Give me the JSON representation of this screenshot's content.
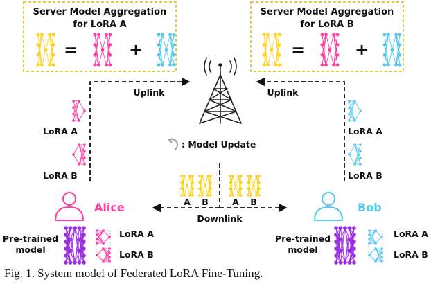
{
  "diagram": {
    "aggregation_left": {
      "line1": "Server Model Aggregation",
      "line2": "for LoRA A"
    },
    "aggregation_right": {
      "line1": "Server Model Aggregation",
      "line2": "for LoRA B"
    },
    "operators": {
      "equals": "=",
      "plus": "+"
    },
    "uplink_left": "Uplink",
    "uplink_right": "Uplink",
    "model_update": ": Model Update",
    "downlink": "Downlink",
    "lora_a": "LoRA A",
    "lora_b": "LoRA B",
    "short_a": "A",
    "short_b": "B",
    "alice": "Alice",
    "bob": "Bob",
    "pretrained_line1": "Pre-trained",
    "pretrained_line2": "model",
    "caption": "Fig. 1.   System model of Federated LoRA Fine-Tuning.",
    "colors": {
      "server_yellow": "#ffd21f",
      "alice_pink": "#ff3ea5",
      "bob_cyan": "#55c8f0",
      "pretrained_purple": "#9b30e0",
      "box_border": "#e6b800"
    }
  }
}
